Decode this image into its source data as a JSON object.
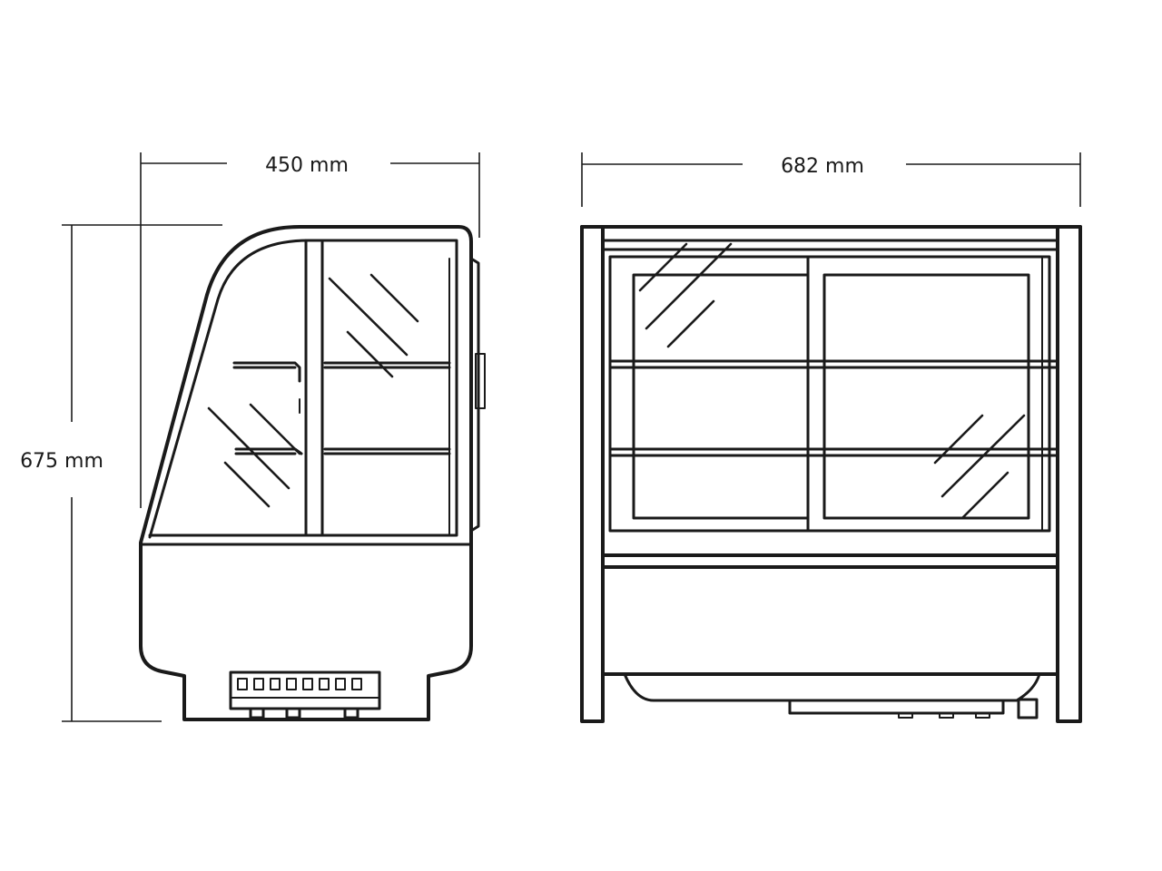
{
  "dimensions": {
    "side_width": "450 mm",
    "front_width": "682 mm",
    "height": "675 mm"
  }
}
